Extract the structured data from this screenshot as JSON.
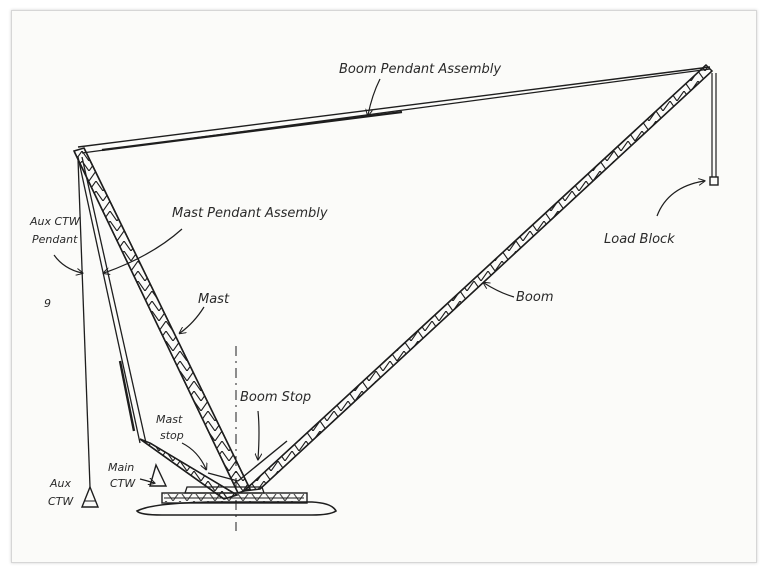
{
  "labels": {
    "boom_pendant": "Boom Pendant Assembly",
    "mast_pendant": "Mast Pendant Assembly",
    "aux_ctw_pendant_1": "Aux CTW",
    "aux_ctw_pendant_2": "Pendant",
    "load_block": "Load Block",
    "mast": "Mast",
    "boom": "Boom",
    "boom_stop": "Boom Stop",
    "mast_stop_1": "Mast",
    "mast_stop_2": "stop",
    "main_ctw_1": "Main",
    "main_ctw_2": "CTW",
    "aux_ctw_1": "Aux",
    "aux_ctw_2": "CTW",
    "page_mark": "9"
  },
  "colors": {
    "ink": "#1e1e1e",
    "paper": "#fbfbf9",
    "frame": "#d6d6d6"
  }
}
